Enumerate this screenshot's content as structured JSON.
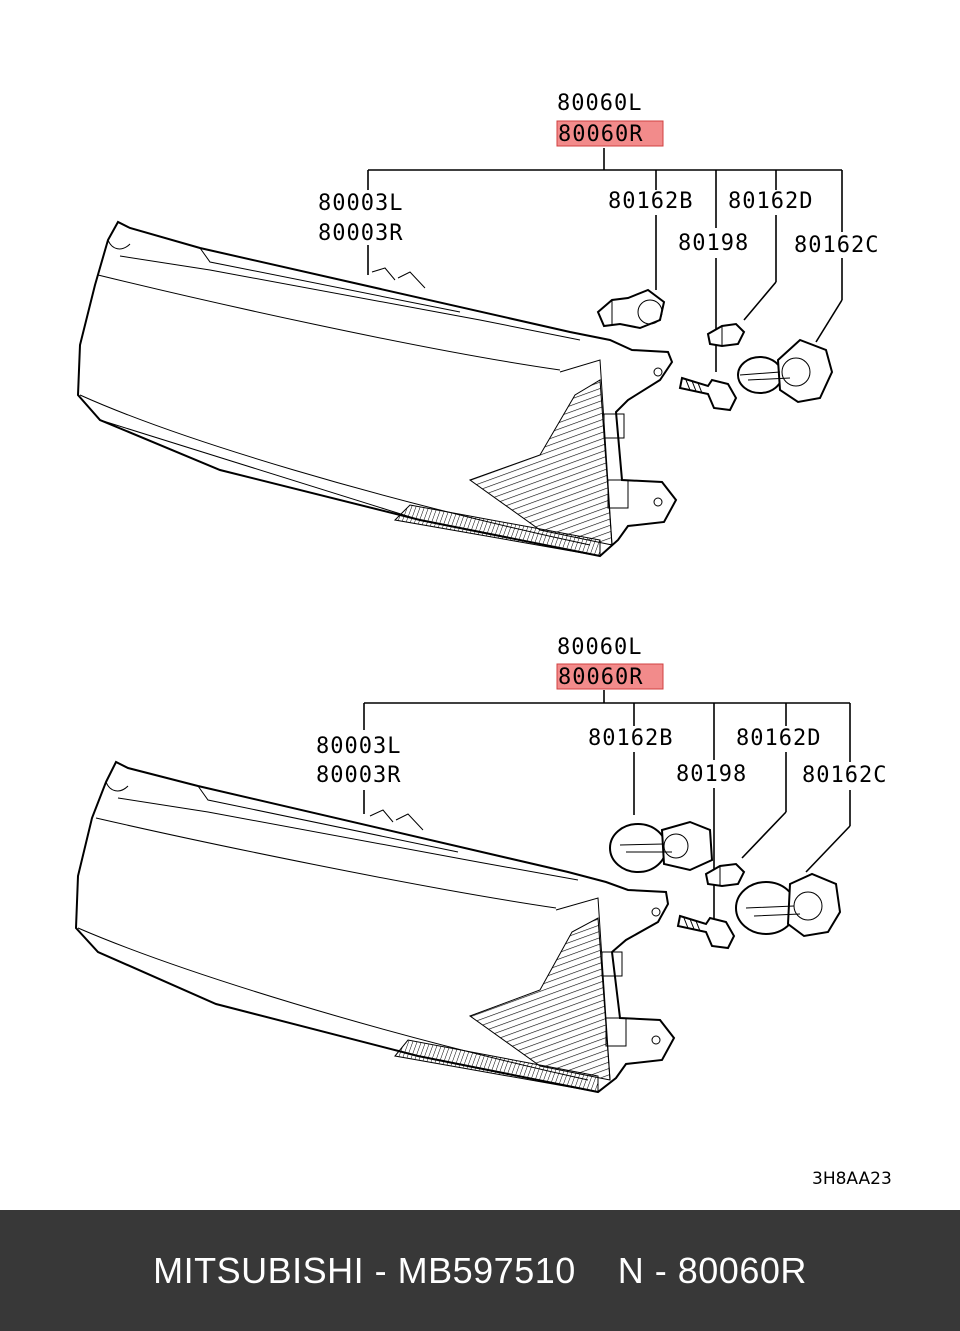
{
  "diagram_code": "3H8AA23",
  "highlight_color": "#f28b8b",
  "upper": {
    "assembly_left": "80060L",
    "assembly_right": "80060R",
    "housing_left": "80003L",
    "housing_right": "80003R",
    "bulb_b": "80162B",
    "bulb_d": "80162D",
    "screw": "80198",
    "bulb_c": "80162C"
  },
  "lower": {
    "assembly_left": "80060L",
    "assembly_right": "80060R",
    "housing_left": "80003L",
    "housing_right": "80003R",
    "bulb_b": "80162B",
    "bulb_d": "80162D",
    "screw": "80198",
    "bulb_c": "80162C"
  },
  "footer": {
    "text": "MITSUBISHI - MB597510    N - 80060R"
  }
}
